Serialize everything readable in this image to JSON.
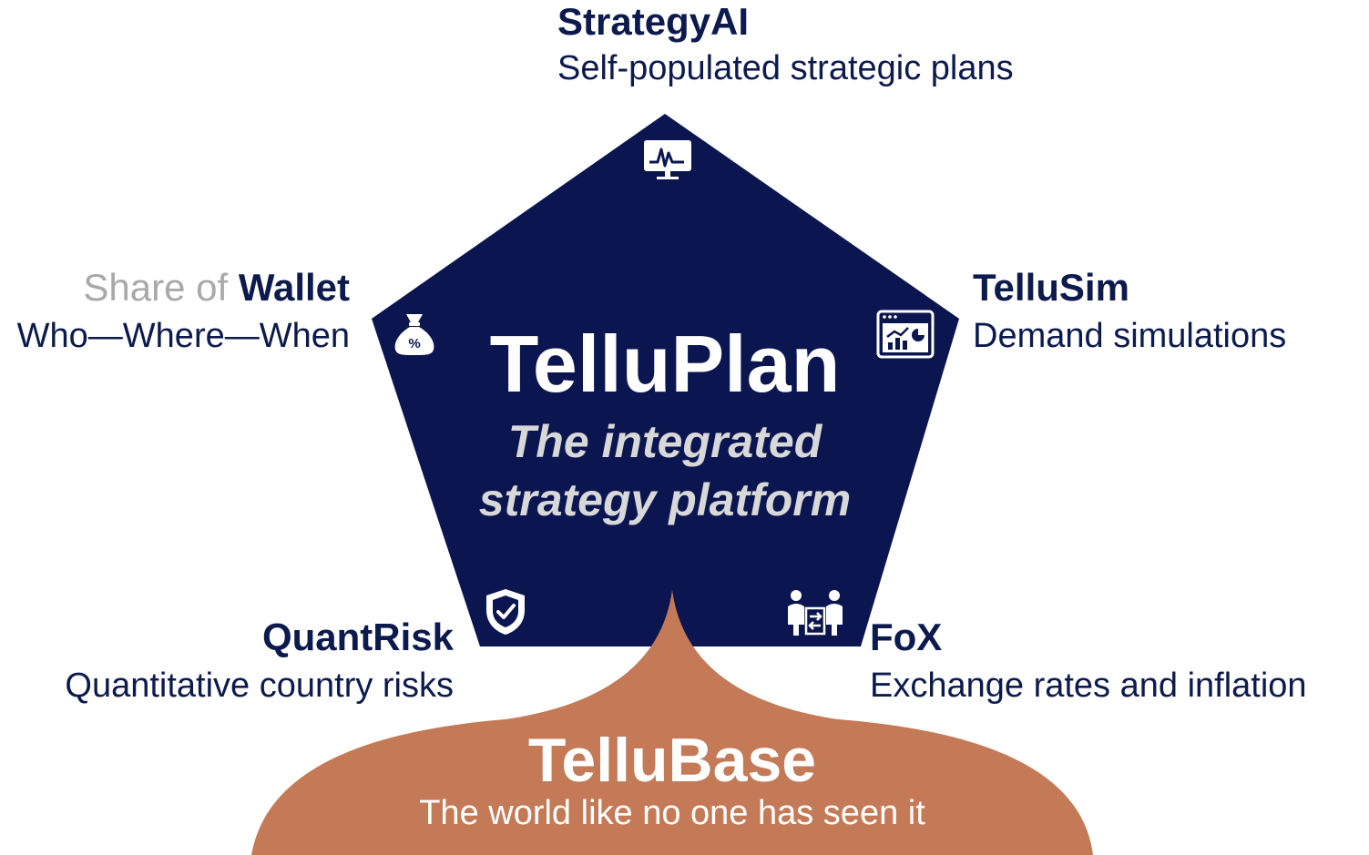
{
  "center": {
    "title": "TelluPlan",
    "tagline_line1": "The integrated",
    "tagline_line2": "strategy platform"
  },
  "base": {
    "title": "TelluBase",
    "tagline": "The world like no one has seen it"
  },
  "modules": {
    "strategyai": {
      "title": "StrategyAI",
      "subtitle": "Self-populated strategic plans",
      "icon": "monitor-pulse-icon"
    },
    "tellusim": {
      "title": "TelluSim",
      "subtitle": "Demand simulations",
      "icon": "dashboard-chart-icon"
    },
    "fox": {
      "title": "FoX",
      "subtitle": "Exchange rates and inflation",
      "icon": "people-exchange-icon"
    },
    "quantrisk": {
      "title": "QuantRisk",
      "subtitle": "Quantitative country risks",
      "icon": "shield-check-icon"
    },
    "wallet": {
      "title_prefix": "Share of ",
      "title": "Wallet",
      "subtitle": "Who—Where—When",
      "icon": "money-bag-percent-icon",
      "prefix_color": "#a9a9a9"
    }
  },
  "colors": {
    "navy": "#0b1650",
    "copper": "#c47a57",
    "text_navy": "#0c1a4d"
  }
}
